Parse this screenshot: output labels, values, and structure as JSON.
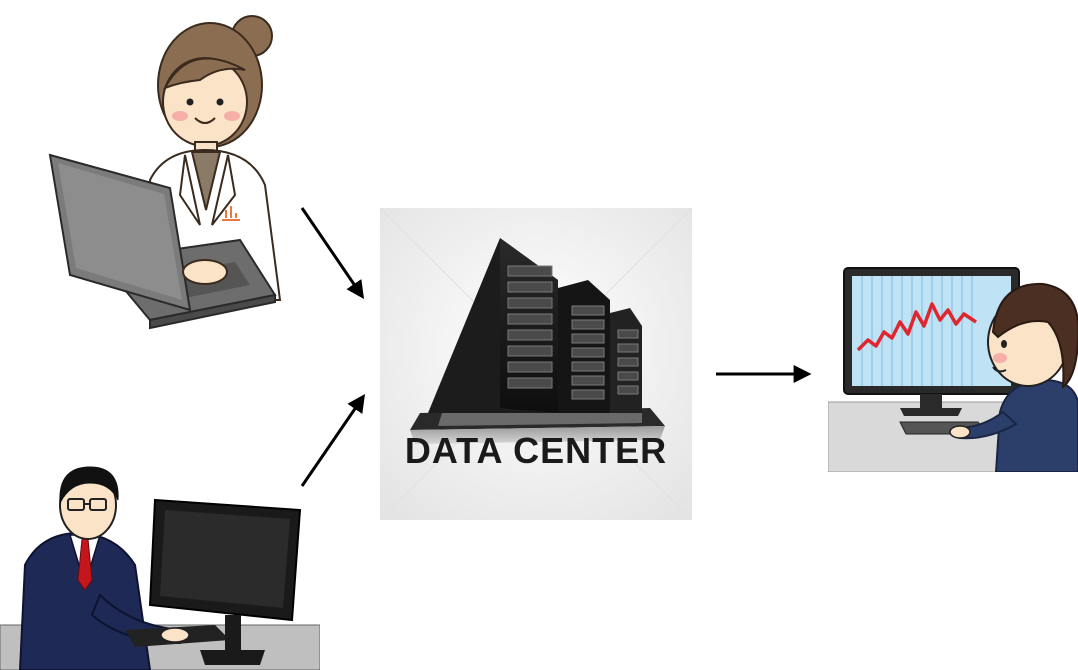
{
  "nodes": {
    "scientist": {
      "icon": "woman-scientist-laptop-icon"
    },
    "businessman": {
      "icon": "businessman-desktop-icon"
    },
    "datacenter": {
      "icon": "data-center-servers-icon",
      "label": "DATA CENTER"
    },
    "analyst": {
      "icon": "analyst-monitor-chart-icon"
    }
  },
  "edges": [
    {
      "from": "scientist",
      "to": "datacenter"
    },
    {
      "from": "businessman",
      "to": "datacenter"
    },
    {
      "from": "datacenter",
      "to": "analyst"
    }
  ],
  "colors": {
    "arrow": "#000000",
    "chart_line": "#e0262d",
    "monitor_screen": "#bfe3f5",
    "suit": "#1e2a55",
    "tie": "#c4161c"
  }
}
